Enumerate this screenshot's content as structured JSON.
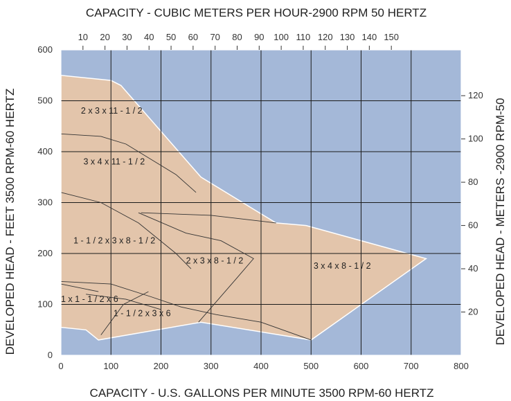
{
  "chart_data": {
    "type": "area",
    "title_top": "CAPACITY - CUBIC METERS PER HOUR-2900 RPM 50 HERTZ",
    "xlabel": "CAPACITY - U.S. GALLONS PER MINUTE 3500 RPM-60 HERTZ",
    "ylabel_left": "DEVELOPED HEAD - FEET 3500 RPM-60 HERTZ",
    "ylabel_right": "DEVELOPED HEAD - METERS -2900 RPM-50",
    "x_range": [
      0,
      800
    ],
    "y_range": [
      0,
      600
    ],
    "x_ticks": [
      "0",
      "100",
      "200",
      "300",
      "400",
      "500",
      "600",
      "700",
      "800"
    ],
    "y_ticks": [
      "0",
      "100",
      "200",
      "300",
      "400",
      "500",
      "600"
    ],
    "top_ticks": [
      "10",
      "20",
      "30",
      "40",
      "50",
      "60",
      "70",
      "80",
      "90",
      "100",
      "110",
      "120",
      "130",
      "140",
      "150"
    ],
    "right_ticks": [
      "20",
      "40",
      "60",
      "80",
      "100",
      "120"
    ],
    "colors": {
      "background": "#a4b8d8",
      "region": "#e3c5ab",
      "grid": "#1a1a1a",
      "outline": "#ffffff"
    },
    "envelope": [
      [
        0,
        55
      ],
      [
        0,
        550
      ],
      [
        100,
        540
      ],
      [
        120,
        530
      ],
      [
        280,
        350
      ],
      [
        430,
        260
      ],
      [
        490,
        255
      ],
      [
        730,
        190
      ],
      [
        500,
        30
      ],
      [
        280,
        65
      ],
      [
        75,
        30
      ],
      [
        50,
        50
      ],
      [
        0,
        55
      ]
    ],
    "regions": [
      {
        "label": "2 x 3 x 11 - 1 / 2",
        "x": 40,
        "y": 475
      },
      {
        "label": "3 x 4 x 11 - 1 / 2",
        "x": 45,
        "y": 375
      },
      {
        "label": "1 - 1 / 2 x 3 x 8 - 1 / 2",
        "x": 25,
        "y": 220
      },
      {
        "label": "2 x 3 x 8 - 1 / 2",
        "x": 250,
        "y": 180
      },
      {
        "label": "3 x 4 x 8 - 1 / 2",
        "x": 505,
        "y": 170
      },
      {
        "label": "1 x 1 - 1 / 2 x 6",
        "x": 0,
        "y": 105
      },
      {
        "label": "1 - 1 / 2 x 3 x 6",
        "x": 105,
        "y": 77
      }
    ],
    "boundaries": [
      [
        [
          0,
          435
        ],
        [
          80,
          430
        ],
        [
          130,
          415
        ],
        [
          230,
          355
        ],
        [
          270,
          320
        ]
      ],
      [
        [
          0,
          320
        ],
        [
          80,
          300
        ],
        [
          155,
          260
        ],
        [
          230,
          200
        ],
        [
          260,
          170
        ]
      ],
      [
        [
          160,
          280
        ],
        [
          300,
          275
        ],
        [
          430,
          260
        ]
      ],
      [
        [
          155,
          280
        ],
        [
          250,
          240
        ],
        [
          320,
          225
        ],
        [
          385,
          190
        ],
        [
          350,
          150
        ],
        [
          275,
          65
        ]
      ],
      [
        [
          0,
          145
        ],
        [
          100,
          140
        ],
        [
          180,
          115
        ],
        [
          240,
          95
        ],
        [
          310,
          80
        ],
        [
          400,
          65
        ],
        [
          500,
          30
        ]
      ],
      [
        [
          0,
          140
        ],
        [
          75,
          125
        ]
      ],
      [
        [
          50,
          120
        ],
        [
          130,
          110
        ],
        [
          200,
          90
        ]
      ],
      [
        [
          80,
          40
        ],
        [
          125,
          100
        ],
        [
          175,
          125
        ]
      ]
    ]
  }
}
